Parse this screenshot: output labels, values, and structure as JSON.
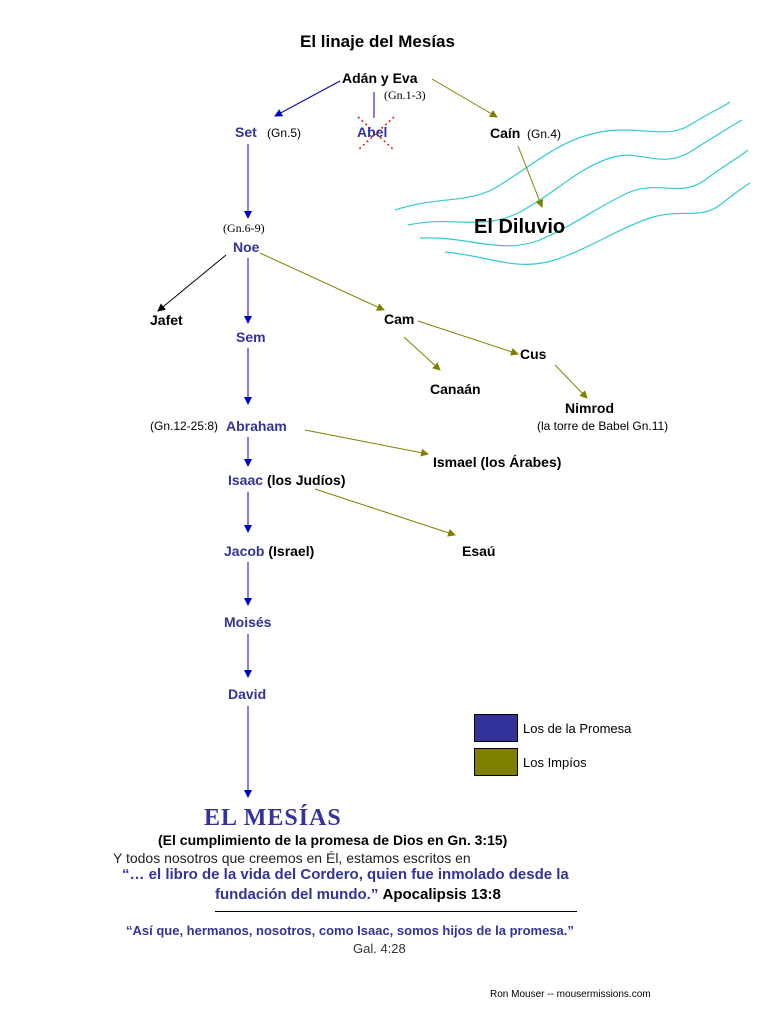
{
  "title": "El linaje del Mesías",
  "nodes": {
    "adan": "Adán y Eva",
    "adan_ref": "(Gn.1-3)",
    "set": "Set",
    "set_ref": "(Gn.5)",
    "abel": "Abel",
    "cain": "Caín",
    "cain_ref": "(Gn.4)",
    "diluvio": "El Diluvio",
    "noe_ref": "(Gn.6-9)",
    "noe": "Noe",
    "jafet": "Jafet",
    "sem": "Sem",
    "cam": "Cam",
    "cus": "Cus",
    "canaan": "Canaán",
    "nimrod": "Nimrod",
    "nimrod_note": "(la torre de Babel Gn.11)",
    "abraham_ref": "(Gn.12-25:8)",
    "abraham": "Abraham",
    "ismael": "Ismael (los Árabes)",
    "isaac": "Isaac",
    "isaac_note": "(los Judíos)",
    "esau": "Esaú",
    "jacob": "Jacob",
    "jacob_note": "(Israel)",
    "moises": "Moisés",
    "david": "David",
    "mesias": "EL MESÍAS"
  },
  "legend": [
    {
      "label": "Los de la Promesa",
      "color": "#333399"
    },
    {
      "label": "Los Impíos",
      "color": "#808000"
    }
  ],
  "footer": {
    "fulfillment": "(El cumplimiento de la promesa de Dios en Gn. 3:15)",
    "intro": "Y todos nosotros que creemos en Él, estamos escritos en",
    "quote_line1": "“… el libro de la vida del Cordero, quien fue inmolado desde la",
    "quote_line2": "fundación del mundo.”",
    "quote_ref": "Apocalipsis 13:8",
    "quote2": "“Así que, hermanos, nosotros, como Isaac, somos hijos de la promesa.”",
    "quote2_ref": "Gal. 4:28",
    "credit": "Ron Mouser -- mousermissions.com"
  },
  "colors": {
    "promise": "#0000cc",
    "ungodly": "#808000",
    "neutral": "#000000",
    "water": "#33cccc",
    "cross": "#ff0000"
  }
}
